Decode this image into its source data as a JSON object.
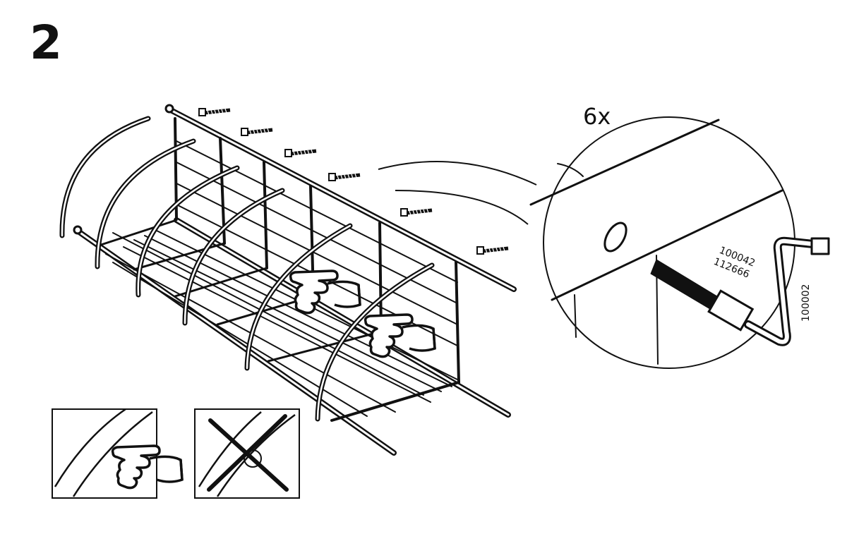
{
  "step": {
    "number": "2"
  },
  "detail": {
    "quantity": "6x",
    "part_numbers": [
      "100042",
      "112666"
    ],
    "tool_number": "100002"
  },
  "icons": [
    "pointing-hand-icon",
    "cross-icon",
    "screw-icon",
    "allen-key-icon"
  ],
  "colors": {
    "line": "#111111",
    "background": "#ffffff"
  }
}
